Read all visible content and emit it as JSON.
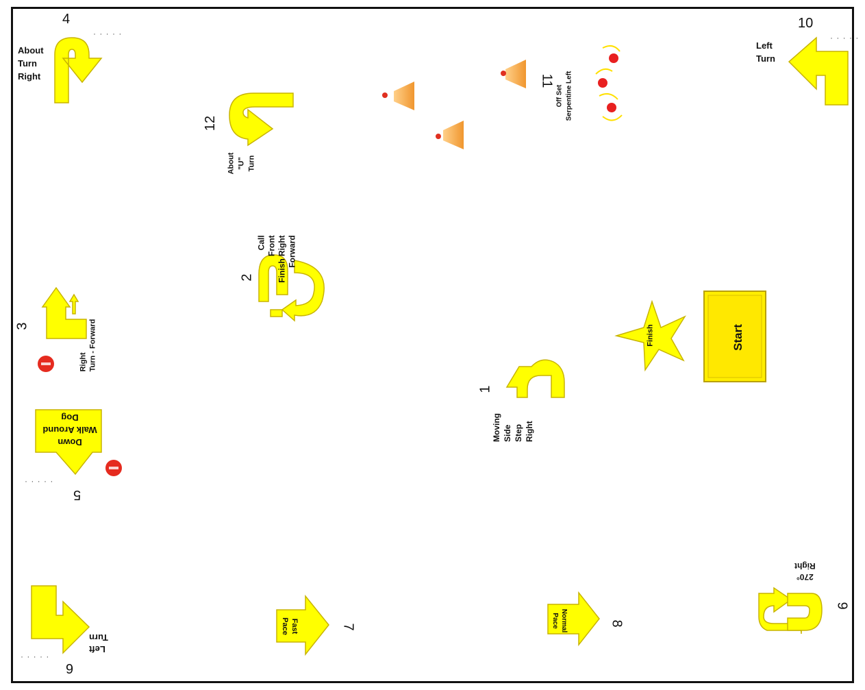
{
  "stations": {
    "s1": {
      "number": "1",
      "label": "Moving\nSide\nStep\nRight"
    },
    "s2": {
      "number": "2",
      "label": "Call\nFront\nFinish Right\nForward"
    },
    "s3": {
      "number": "3",
      "label": "Right\nTurn - Forward"
    },
    "s4": {
      "number": "4",
      "label": "About\nTurn\nRight"
    },
    "s5": {
      "number": "5",
      "label": "Down\nWalk Around\nDog"
    },
    "s6": {
      "number": "6",
      "label": "Left\nTurn"
    },
    "s7": {
      "number": "7",
      "label": "Fast\nPace"
    },
    "s8": {
      "number": "8",
      "label": "Normal\nPace"
    },
    "s9": {
      "number": "9",
      "label": "270°\nRight"
    },
    "s10": {
      "number": "10",
      "label": "Left\nTurn"
    },
    "s11": {
      "number": "11",
      "label": "Off Set\nSerpentine Left"
    },
    "s12": {
      "number": "12",
      "label": "About\n\"U\"\nTurn"
    },
    "finish": {
      "label": "Finish"
    },
    "start": {
      "label": "Start"
    }
  },
  "colors": {
    "sign_fill": "#ffff00",
    "stop_sign": "#e52b1f",
    "cone": "#f0962e"
  }
}
